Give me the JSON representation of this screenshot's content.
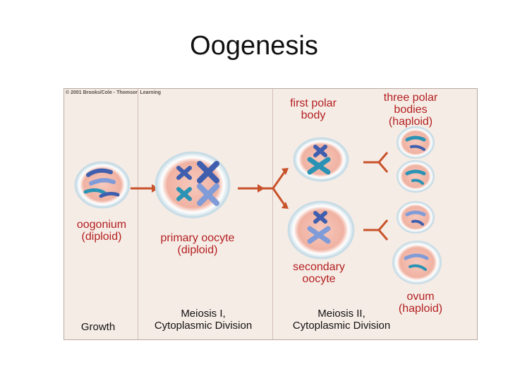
{
  "title": "Oogenesis",
  "copyright": "© 2001 Brooks/Cole - Thomson Learning",
  "labels": {
    "oogonium_1": "oogonium",
    "oogonium_2": "(diploid)",
    "primary_1": "primary oocyte",
    "primary_2": "(diploid)",
    "first_polar_1": "first polar",
    "first_polar_2": "body",
    "three_polar_1": "three polar",
    "three_polar_2": "bodies",
    "three_polar_3": "(haploid)",
    "secondary_1": "secondary",
    "secondary_2": "oocyte",
    "ovum_1": "ovum",
    "ovum_2": "(haploid)"
  },
  "stages": {
    "growth": "Growth",
    "meiosis1_1": "Meiosis I,",
    "meiosis1_2": "Cytoplasmic Division",
    "meiosis2_1": "Meiosis II,",
    "meiosis2_2": "Cytoplasmic Division"
  },
  "colors": {
    "label_red": "#b32020",
    "arrow": "#c8522a",
    "chromosome_dark": "#3f5fae",
    "chromosome_light": "#7f9bd8",
    "chromosome_teal": "#2a93b5",
    "cell_fill": "#f2b6a6",
    "cell_outer": "#dfe9ee"
  }
}
